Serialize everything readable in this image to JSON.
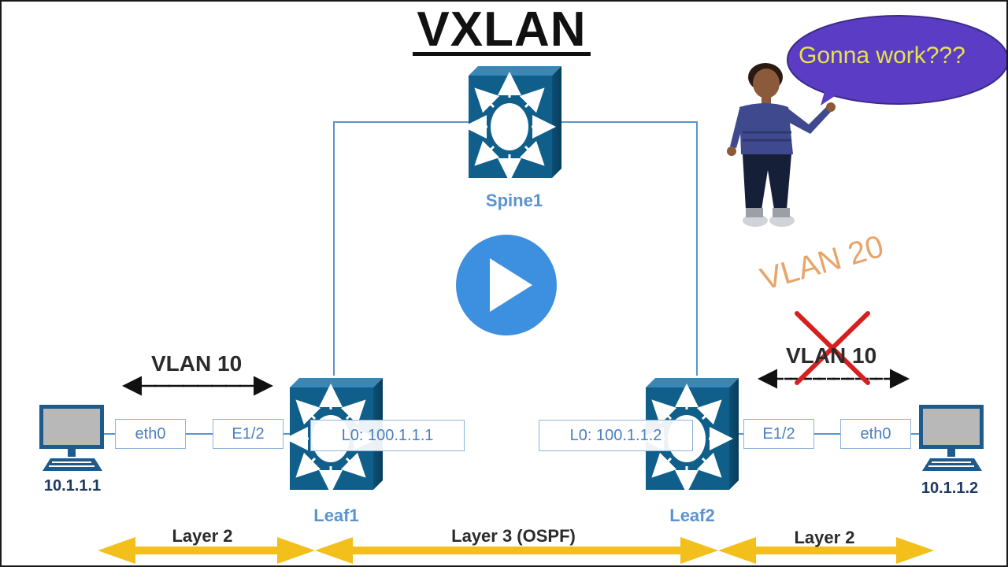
{
  "title": "VXLAN",
  "colors": {
    "device_blue": "#0f5f8a",
    "label_blue": "#5b93cf",
    "link_blue": "#5b93cf",
    "arrow_yellow": "#f3bf1b",
    "bubble_purple": "#5b3cc4",
    "bubble_text": "#e6e24a",
    "vlan20_orange": "#e8a56a",
    "cross_red": "#d62020",
    "play_blue": "#3d8fe0"
  },
  "devices": {
    "spine": {
      "label": "Spine1"
    },
    "leaf1": {
      "label": "Leaf1",
      "loopback": "L0: 100.1.1.1",
      "port": "E1/2"
    },
    "leaf2": {
      "label": "Leaf2",
      "loopback": "L0: 100.1.1.2",
      "port": "E1/2"
    },
    "host1": {
      "ip": "10.1.1.1",
      "iface": "eth0"
    },
    "host2": {
      "ip": "10.1.1.2",
      "iface": "eth0"
    }
  },
  "vlans": {
    "left": "VLAN 10",
    "right": "VLAN 10",
    "crossed": "VLAN 20"
  },
  "layers": {
    "left": "Layer 2",
    "middle": "Layer 3 (OSPF)",
    "right": "Layer 2"
  },
  "speech_bubble": "Gonna work???",
  "icons": [
    "switch-icon",
    "computer-icon",
    "play-icon",
    "person-figure",
    "cross-icon"
  ]
}
